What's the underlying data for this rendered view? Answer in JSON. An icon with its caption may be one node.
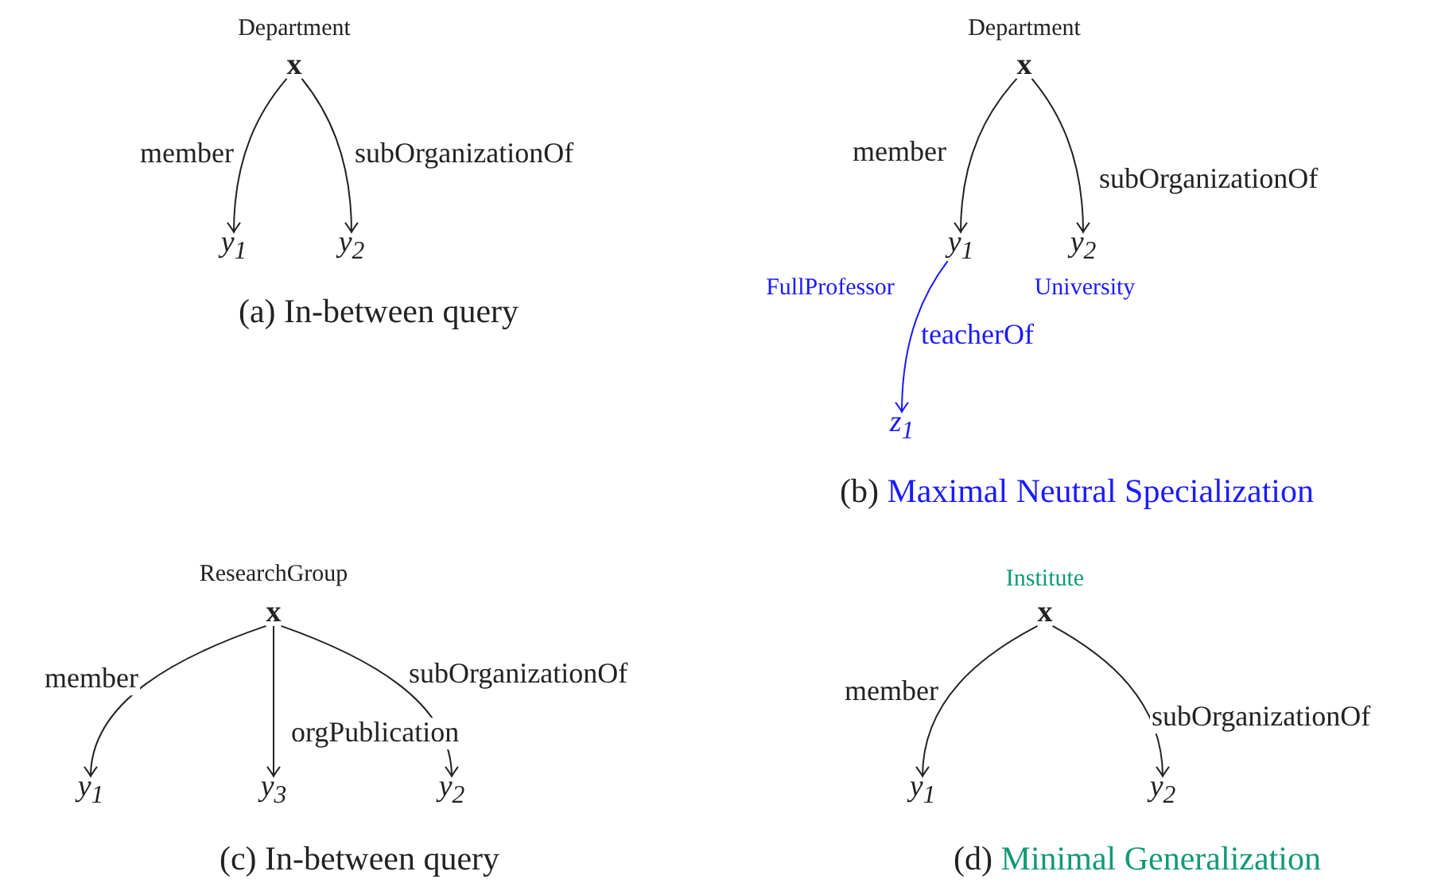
{
  "diagram": {
    "nodes": [
      {
        "text": [
          "x"
        ],
        "beside": [
          "Department"
        ]
      },
      {
        "text": [
          "y$_{1}$"
        ]
      },
      {
        "text": [
          "y$_{2}$"
        ]
      },
      {
        "text": [
          "x"
        ],
        "beside": [
          "Department"
        ]
      },
      {
        "text": [
          "y$_{1}$"
        ],
        "beside": [
          "FullProfessor"
        ]
      },
      {
        "text": [
          "y$_{2}$"
        ],
        "beside": [
          "University"
        ]
      },
      {
        "text": [
          "z$_{1}$"
        ]
      },
      {
        "text": [
          "x"
        ],
        "beside": [
          "ResearchGroup"
        ]
      },
      {
        "text": [
          "y$_{1}$"
        ]
      },
      {
        "text": [
          "y$_{3}$"
        ]
      },
      {
        "text": [
          "y$_{2}$"
        ]
      },
      {
        "text": [
          "x"
        ],
        "beside": [
          "Institute"
        ]
      },
      {
        "text": [
          "y$_{1}$"
        ]
      },
      {
        "text": [
          "y$_{2}$"
        ]
      }
    ],
    "edges": [
      {
        "from": 0,
        "to": 1,
        "arrow": "to",
        "label": "member"
      },
      {
        "from": 0,
        "to": 2,
        "arrow": "to",
        "label": "subOrganizationOf"
      },
      {
        "from": 3,
        "to": 4,
        "arrow": "to",
        "label": "member"
      },
      {
        "from": 3,
        "to": 5,
        "arrow": "to",
        "label": "subOrganizationOf"
      },
      {
        "from": 4,
        "to": 6,
        "arrow": "to",
        "label": "teacherOf",
        "color": "#1a1aff"
      },
      {
        "from": 7,
        "to": 8,
        "arrow": "to",
        "label": "member"
      },
      {
        "from": 7,
        "to": 9,
        "arrow": "to",
        "label": "orgPublication"
      },
      {
        "from": 7,
        "to": 10,
        "arrow": "to",
        "label": "subOrganizationOf"
      },
      {
        "from": 11,
        "to": 12,
        "arrow": "to",
        "label": "member"
      },
      {
        "from": 11,
        "to": 13,
        "arrow": "to",
        "label": "subOrganizationOf"
      }
    ],
    "labels": [
      "(a) In-between query",
      "(b) Maximal Neutral Specialization",
      "(c) In-between query",
      "(d) Minimal Generalization"
    ]
  }
}
